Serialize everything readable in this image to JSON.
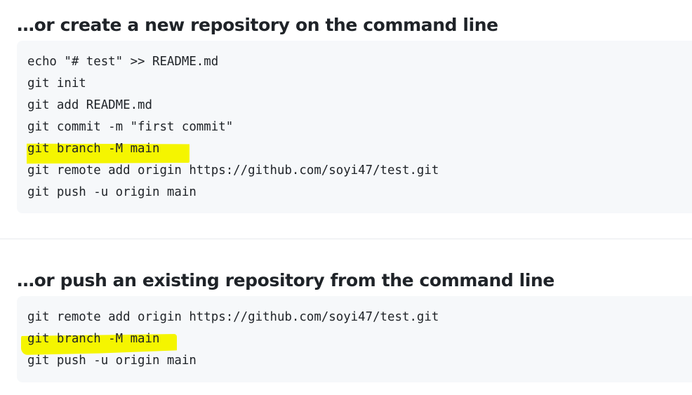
{
  "sections": [
    {
      "title": "…or create a new repository on the command line",
      "code_lines": [
        "echo \"# test\" >> README.md",
        "git init",
        "git add README.md",
        "git commit -m \"first commit\"",
        "git branch -M main",
        "git remote add origin https://github.com/soyi47/test.git",
        "git push -u origin main"
      ],
      "highlighted_line_index": 4
    },
    {
      "title": "…or push an existing repository from the command line",
      "code_lines": [
        "git remote add origin https://github.com/soyi47/test.git",
        "git branch -M main",
        "git push -u origin main"
      ],
      "highlighted_line_index": 1
    }
  ],
  "colors": {
    "highlight": "#f5f500",
    "code_background": "#f6f8fa",
    "text": "#1f2328",
    "divider": "#e8eaed"
  }
}
